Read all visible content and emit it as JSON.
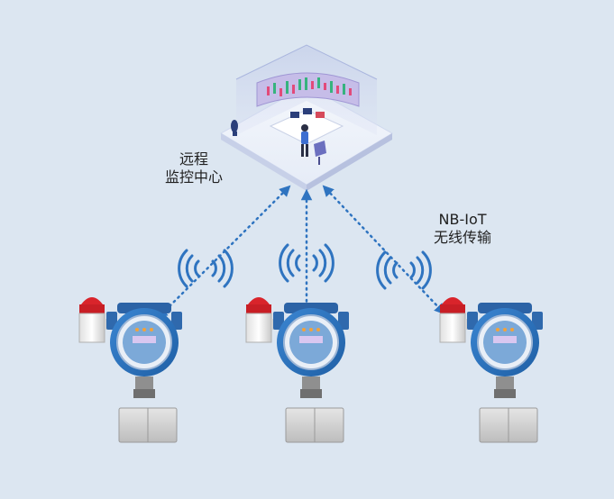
{
  "remote_center": {
    "line1": "远程",
    "line2": "监控中心"
  },
  "transmission": {
    "line1": "NB-IoT",
    "line2": "无线传输"
  },
  "detectors": [
    {
      "id": "detector-1"
    },
    {
      "id": "detector-2"
    },
    {
      "id": "detector-3"
    }
  ],
  "colors": {
    "background": "#dce6f1",
    "link_dots": "#2f74c0",
    "signal": "#2f74c0",
    "alarm_red": "#d9242b",
    "body_blue": "#2c6fb7"
  }
}
